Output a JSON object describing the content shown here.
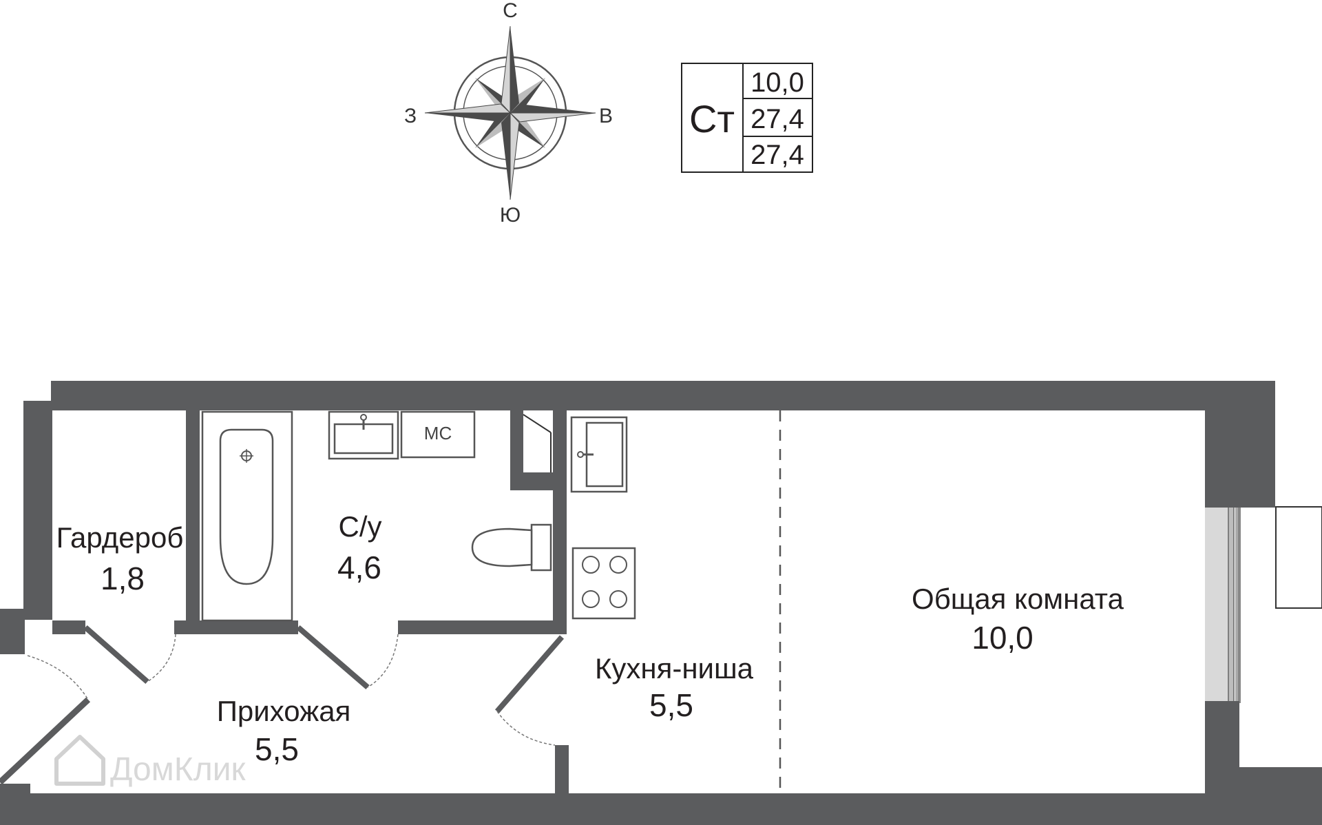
{
  "compass": {
    "north": "С",
    "south": "Ю",
    "west": "З",
    "east": "В"
  },
  "summary": {
    "type_label": "Ст",
    "values": [
      "10,0",
      "27,4",
      "27,4"
    ]
  },
  "rooms": [
    {
      "id": "wardrobe",
      "name": "Гардероб",
      "area": "1,8"
    },
    {
      "id": "bathroom",
      "name": "С/у",
      "area": "4,6"
    },
    {
      "id": "hallway",
      "name": "Прихожая",
      "area": "5,5"
    },
    {
      "id": "kitchen",
      "name": "Кухня-ниша",
      "area": "5,5"
    },
    {
      "id": "living",
      "name": "Общая комната",
      "area": "10,0"
    }
  ],
  "fixtures": {
    "washing_machine_label": "МС"
  },
  "watermark": "ДомКлик",
  "colors": {
    "wall": "#5b5c5e",
    "window": "#d9d9d9",
    "text": "#231f20"
  }
}
